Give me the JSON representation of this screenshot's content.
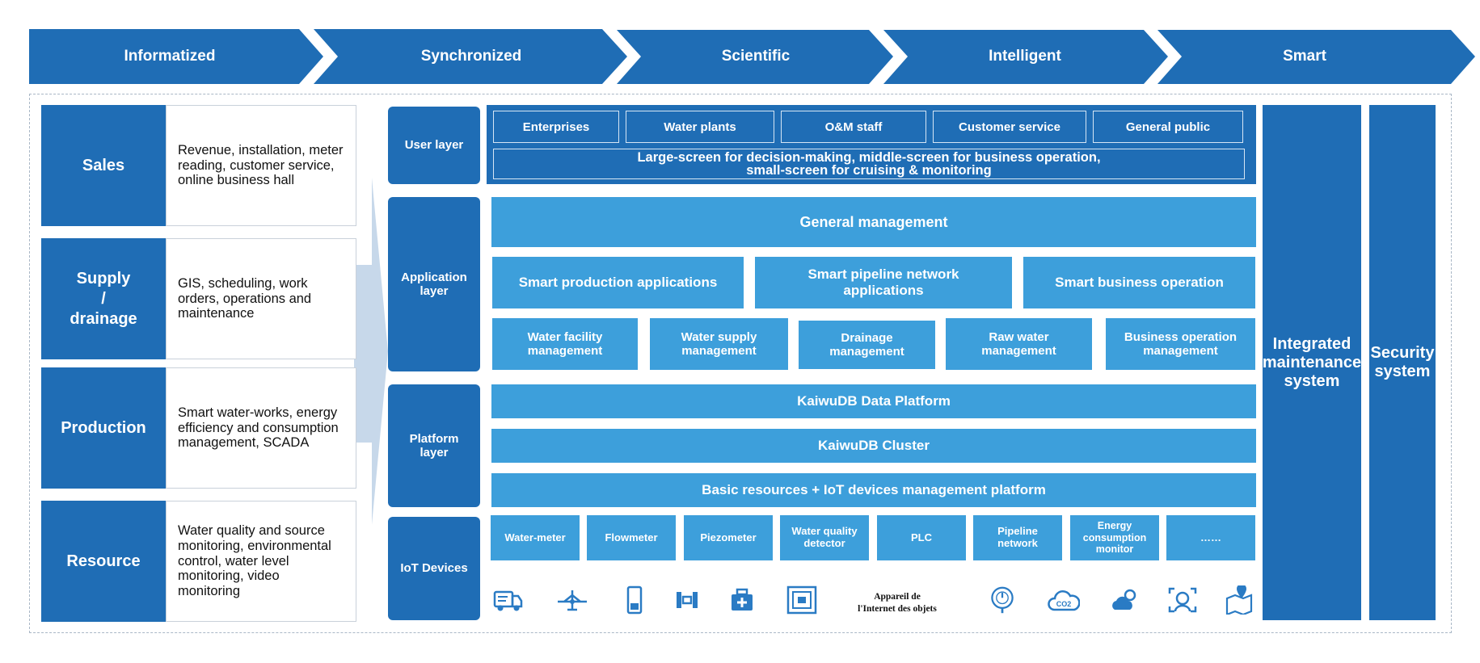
{
  "stages": [
    "Informatized",
    "Synchronized",
    "Scientific",
    "Intelligent",
    "Smart"
  ],
  "categories": [
    {
      "name": "Sales",
      "description": "Revenue, installation, meter reading, customer service, online business hall"
    },
    {
      "name": "Supply\n/\ndrainage",
      "description": "GIS, scheduling, work orders, operations and maintenance"
    },
    {
      "name": "Production",
      "description": "Smart water-works, energy efficiency and consumption management, SCADA"
    },
    {
      "name": "Resource",
      "description": "Water quality and source monitoring, environmental control, water level monitoring, video monitoring"
    }
  ],
  "layers": {
    "user": "User layer",
    "application": "Application\nlayer",
    "platform": "Platform\nlayer",
    "iot": "IoT Devices"
  },
  "user_layer": {
    "users": [
      "Enterprises",
      "Water plants",
      "O&M staff",
      "Customer service",
      "General public"
    ],
    "screens_line1": "Large-screen for decision-making, middle-screen for business operation,",
    "screens_line2": "small-screen for cruising & monitoring"
  },
  "application_layer": {
    "general": "General management",
    "smart_apps": [
      "Smart production applications",
      "Smart pipeline network\napplications",
      "Smart business operation"
    ],
    "management": [
      "Water facility\nmanagement",
      "Water supply\nmanagement",
      "Drainage\nmanagement",
      "Raw water\nmanagement",
      "Business operation\nmanagement"
    ]
  },
  "platform_layer": {
    "data_platform": "KaiwuDB Data Platform",
    "cluster": "KaiwuDB Cluster",
    "basic": "Basic resources + IoT devices management platform"
  },
  "iot_devices": {
    "devices": [
      "Water-meter",
      "Flowmeter",
      "Piezometer",
      "Water quality\ndetector",
      "PLC",
      "Pipeline\nnetwork",
      "Energy\nconsumption\nmonitor",
      "……"
    ],
    "caption_line1": "Appareil de",
    "caption_line2": "l'Internet des objets",
    "icons": [
      "truck-icon",
      "airplane-icon",
      "smartphone-icon",
      "satellite-icon",
      "medical-kit-icon",
      "chip-icon",
      "pressure-gauge-icon",
      "co2-cloud-icon",
      "weather-icon",
      "face-scan-icon",
      "map-pin-icon"
    ]
  },
  "side_columns": {
    "maintenance": "Integrated\nmaintenance\nsystem",
    "security": "Security\nsystem"
  },
  "colors": {
    "dark_blue": "#1f6db5",
    "light_blue": "#3d9fdb",
    "arrow": "#c7d8ea",
    "frame": "#a9b7c6"
  }
}
